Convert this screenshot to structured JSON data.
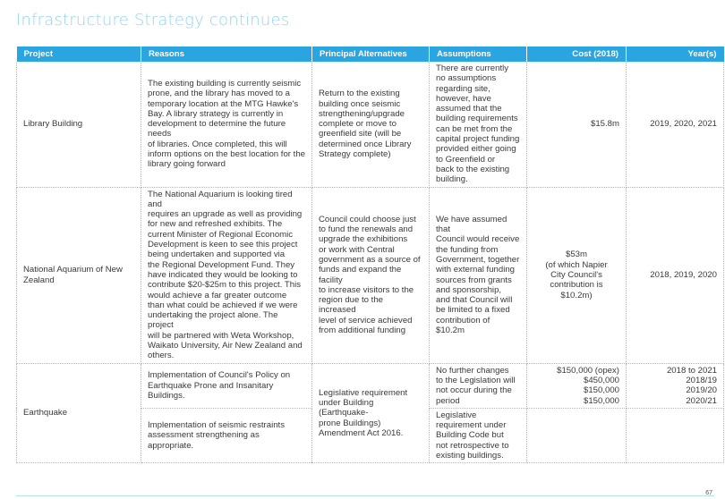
{
  "title": "Infrastructure Strategy continues",
  "headers": {
    "project": "Project",
    "reasons": "Reasons",
    "alternatives": "Principal Alternatives",
    "assumptions": "Assumptions",
    "cost": "Cost (2018)",
    "years": "Year(s)"
  },
  "library": {
    "project": "Library Building",
    "reasons": "The existing building is currently seismic\nprone, and the library has moved to a\ntemporary location at the MTG Hawke's\nBay.  A library strategy is currently in\ndevelopment to determine the future needs\nof libraries.  Once completed, this will\ninform options on the best location for the\nlibrary going forward",
    "alternatives": "Return to the existing\nbuilding once seismic\nstrengthening/upgrade\ncomplete or move to\ngreenfield site (will be\ndetermined once Library\nStrategy complete)",
    "assumptions": "There are currently\nno assumptions\nregarding site,\nhowever, have\nassumed that the\nbuilding requirements\ncan be met from the\ncapital project funding\nprovided either going\nto Greenfield or\nback to the existing\nbuilding.",
    "cost": "$15.8m",
    "years": "2019, 2020, 2021"
  },
  "aquarium": {
    "project": "National Aquarium of New\nZealand",
    "reasons": "The National Aquarium is looking tired and\nrequires an upgrade as well as providing\nfor new and refreshed exhibits.  The\ncurrent Minister of Regional Economic\nDevelopment is keen to see this project\nbeing undertaken and supported via\nthe Regional Development Fund.  They\nhave indicated they would be looking to\ncontribute $20-$25m to this project.  This\nwould achieve a far greater outcome\nthan what could be achieved if we were\nundertaking the project alone.  The project\nwill be partnered with Weta Workshop,\nWaikato University, Air New Zealand and\nothers.",
    "alternatives": "Council could choose just\nto fund the renewals and\nupgrade the exhibitions\nor work with Central\ngovernment as a source of\nfunds and expand the facility\nto increase visitors to the\nregion due to the increased\nlevel of service achieved\nfrom additional funding",
    "assumptions": "We have assumed that\nCouncil would receive\nthe funding from\nGovernment, together\nwith external funding\nsources from grants\nand sponsorship,\nand that Council will\nbe limited to a fixed\ncontribution of $10.2m",
    "cost": "$53m\n(of which Napier\nCity Council's\ncontribution is\n$10.2m)",
    "years": "2018, 2019, 2020"
  },
  "earthquake": {
    "project": "Earthquake",
    "reasons_1": "Implementation of Council's Policy on\nEarthquake Prone and Insanitary Buildings.",
    "reasons_2": "Implementation of seismic restraints\nassessment strengthening as appropriate.",
    "alternatives": "Legislative requirement\nunder Building (Earthquake-\nprone Buildings)\nAmendment Act 2016.",
    "assumptions_1": "No further changes\nto the Legislation will\nnot occur during the\nperiod",
    "assumptions_2": "Legislative\nrequirement under\nBuilding Code but\nnot retrospective to\nexisting buildings.",
    "cost": "$150,000 (opex)\n$450,000\n$150,000\n$150,000",
    "years": "2018 to 2021\n2018/19\n2019/20\n2020/21"
  },
  "page_number": "67"
}
